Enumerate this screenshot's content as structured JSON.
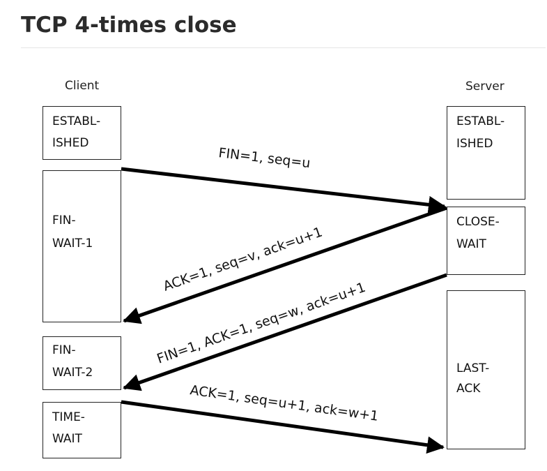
{
  "title": "TCP 4-times close",
  "labels": {
    "client": "Client",
    "server": "Server"
  },
  "client_states": [
    {
      "line1": "ESTABL-",
      "line2": "ISHED"
    },
    {
      "line1": "FIN-",
      "line2": "WAIT-1"
    },
    {
      "line1": "FIN-",
      "line2": "WAIT-2"
    },
    {
      "line1": "TIME-",
      "line2": "WAIT"
    }
  ],
  "server_states": [
    {
      "line1": "ESTABL-",
      "line2": "ISHED"
    },
    {
      "line1": "CLOSE-",
      "line2": "WAIT"
    },
    {
      "line1": "LAST-",
      "line2": "ACK"
    }
  ],
  "messages": [
    {
      "text": "FIN=1, seq=u",
      "direction": "client-to-server"
    },
    {
      "text": "ACK=1, seq=v, ack=u+1",
      "direction": "server-to-client"
    },
    {
      "text": "FIN=1, ACK=1, seq=w, ack=u+1",
      "direction": "server-to-client"
    },
    {
      "text": "ACK=1, seq=u+1, ack=w+1",
      "direction": "client-to-server"
    }
  ]
}
